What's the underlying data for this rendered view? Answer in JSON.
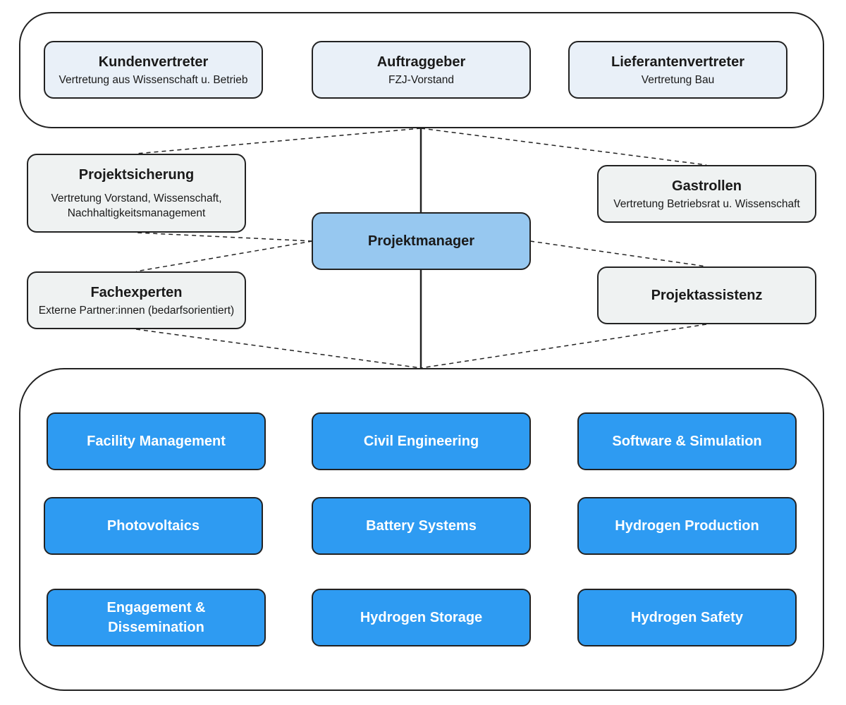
{
  "stakeholders": [
    {
      "title": "Kundenvertreter",
      "subtitle": "Vertretung aus Wissenschaft u. Betrieb"
    },
    {
      "title": "Auftraggeber",
      "subtitle": "FZJ-Vorstand"
    },
    {
      "title": "Lieferantenvertreter",
      "subtitle": "Vertretung Bau"
    }
  ],
  "support": {
    "projektsicherung": {
      "title": "Projektsicherung",
      "subtitle": "Vertretung Vorstand, Wissenschaft, Nachhaltigkeitsmanagement"
    },
    "fachexperten": {
      "title": "Fachexperten",
      "subtitle": "Externe Partner:innen (bedarfsorientiert)"
    },
    "gastrollen": {
      "title": "Gastrollen",
      "subtitle": "Vertretung Betriebsrat u. Wissenschaft"
    },
    "projektassistenz": {
      "title": "Projektassistenz"
    }
  },
  "manager": {
    "title": "Projektmanager"
  },
  "teams": [
    "Facility Management",
    "Civil Engineering",
    "Software & Simulation",
    "Photovoltaics",
    "Battery Systems",
    "Hydrogen Production",
    "Engagement & Dissemination",
    "Hydrogen Storage",
    "Hydrogen Safety"
  ],
  "colors": {
    "stakeholder_fill": "#e9f0f8",
    "support_fill": "#eff2f2",
    "manager_fill": "#97c8f0",
    "team_fill": "#2e9bf2",
    "border": "#222222"
  }
}
